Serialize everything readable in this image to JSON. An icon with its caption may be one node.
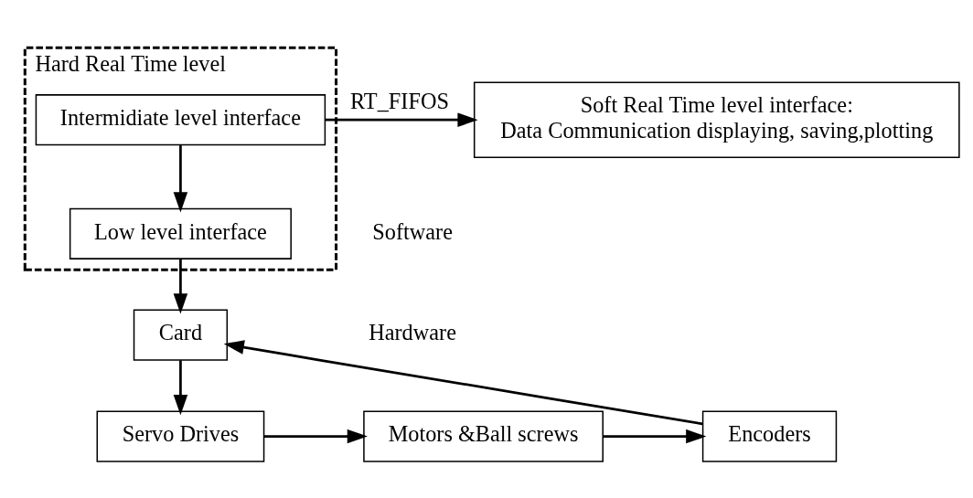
{
  "diagram": {
    "nodes": [
      {
        "text": [
          "Hard Real Time level"
        ]
      },
      {
        "text": [
          "Intermidiate level interface"
        ],
        "in": 0
      },
      {
        "text": [
          "Low level interface"
        ],
        "in": 0
      },
      {
        "text": [
          "Soft Real Time level interface:",
          "Data Communication displaying, saving,plotting"
        ]
      },
      {
        "text": [
          "Card"
        ]
      },
      {
        "text": [
          "Servo Drives"
        ]
      },
      {
        "text": [
          "Motors &Ball screws"
        ]
      },
      {
        "text": [
          "Encoders"
        ]
      }
    ],
    "edges": [
      {
        "from": 1,
        "to": 3,
        "arrow": "to",
        "label": "RT_FIFOS"
      },
      {
        "from": 1,
        "to": 2,
        "arrow": "to"
      },
      {
        "from": 2,
        "to": 4,
        "arrow": "to"
      },
      {
        "from": 4,
        "to": 5,
        "arrow": "to"
      },
      {
        "from": 5,
        "to": 6,
        "arrow": "to"
      },
      {
        "from": 6,
        "to": 7,
        "arrow": "to"
      },
      {
        "from": 7,
        "to": 4,
        "arrow": "to"
      }
    ],
    "labels": [
      "Software",
      "Hardware"
    ]
  }
}
